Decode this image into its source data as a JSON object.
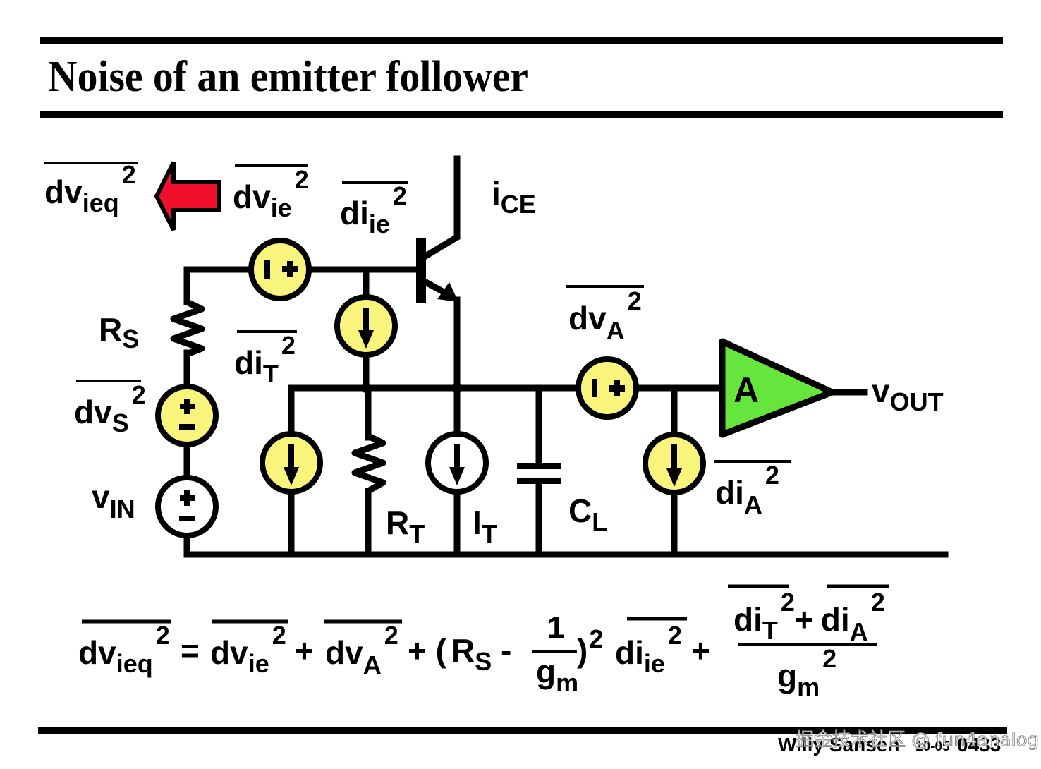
{
  "slide": {
    "title": "Noise of an emitter follower",
    "footer": {
      "author": "Willy Sansen",
      "date_code": "10-05",
      "slide_number": "0433"
    },
    "watermark": "掘金技术社区 @ fun4analog"
  },
  "colors": {
    "noise_source_fill": "#f8f47c",
    "amplifier_fill": "#66e63c",
    "arrow_fill": "#f0102c",
    "wire": "#000000"
  },
  "circuit": {
    "labels": {
      "dv_ieq": {
        "base": "dv",
        "sub": "ieq",
        "sup": "2"
      },
      "dv_ie": {
        "base": "dv",
        "sub": "ie",
        "sup": "2"
      },
      "di_ie": {
        "base": "di",
        "sub": "ie",
        "sup": "2"
      },
      "i_ce": {
        "base": "i",
        "sub": "CE"
      },
      "rs": {
        "base": "R",
        "sub": "S"
      },
      "di_t": {
        "base": "di",
        "sub": "T",
        "sup": "2"
      },
      "dv_s": {
        "base": "dv",
        "sub": "S",
        "sup": "2"
      },
      "v_in": {
        "base": "v",
        "sub": "IN"
      },
      "rt": {
        "base": "R",
        "sub": "T"
      },
      "it": {
        "base": "I",
        "sub": "T"
      },
      "cl": {
        "base": "C",
        "sub": "L"
      },
      "dv_a": {
        "base": "dv",
        "sub": "A",
        "sup": "2"
      },
      "di_a": {
        "base": "di",
        "sub": "A",
        "sup": "2"
      },
      "amp": "A",
      "v_out": {
        "base": "v",
        "sub": "OUT"
      }
    }
  },
  "equation": {
    "lhs": {
      "base": "dv",
      "sub": "ieq",
      "sup": "2"
    },
    "equals": "=",
    "t1": {
      "base": "dv",
      "sub": "ie",
      "sup": "2"
    },
    "plus1": "+",
    "t2": {
      "base": "dv",
      "sub": "A",
      "sup": "2"
    },
    "plus2": "+ (",
    "rs": {
      "base": "R",
      "sub": "S"
    },
    "minus": "-",
    "frac1": {
      "num": "1",
      "den_base": "g",
      "den_sub": "m"
    },
    "close": ")",
    "close_sup": "2",
    "t3": {
      "base": "di",
      "sub": "ie",
      "sup": "2"
    },
    "plus3": "+",
    "frac2": {
      "num_a": {
        "base": "di",
        "sub": "T",
        "sup": "2"
      },
      "num_plus": "+",
      "num_b": {
        "base": "di",
        "sub": "A",
        "sup": "2"
      },
      "den": {
        "base": "g",
        "sub": "m",
        "sup": "2"
      }
    }
  }
}
